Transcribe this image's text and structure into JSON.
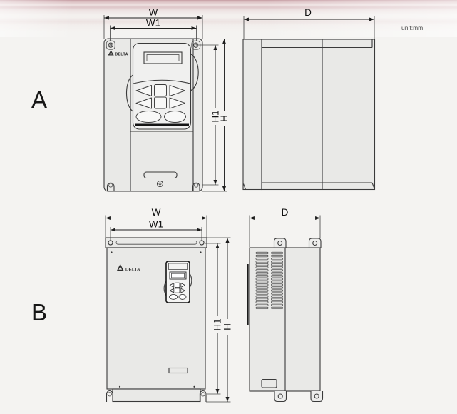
{
  "unit_note": "unit:mm",
  "brand": "DELTA",
  "sections": {
    "a": {
      "label": "A",
      "dims": {
        "w": "W",
        "w1": "W1",
        "h1": "H1",
        "h": "H",
        "d": "D"
      }
    },
    "b": {
      "label": "B",
      "dims": {
        "w": "W",
        "w1": "W1",
        "h1": "H1",
        "h": "H",
        "d": "D"
      }
    }
  },
  "colors": {
    "body_fill": "#e9e9e7",
    "outline": "#3a3a3a",
    "banner_pink": "#cda4aa"
  }
}
